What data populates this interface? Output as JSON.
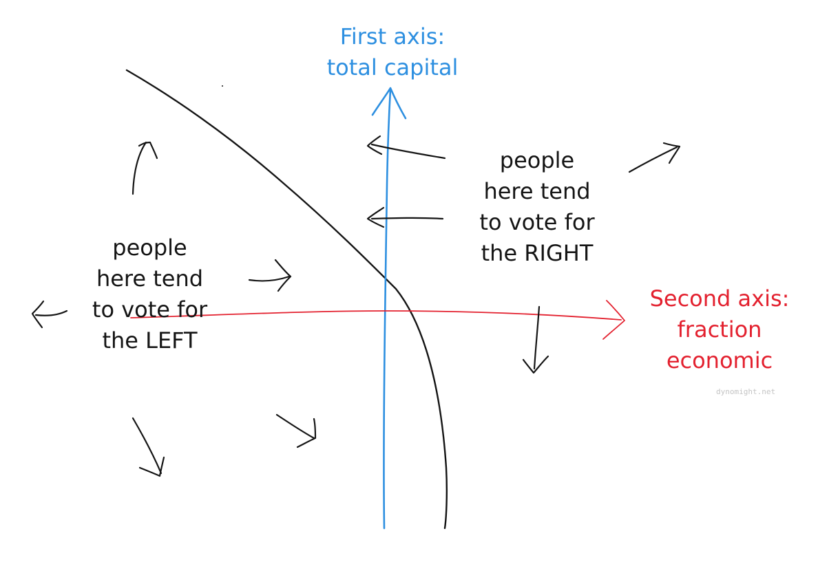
{
  "labels": {
    "first_axis": [
      "First axis:",
      "total capital"
    ],
    "second_axis": [
      "Second axis:",
      "fraction",
      "economic"
    ],
    "right_voters": [
      "people",
      "here tend",
      "to vote for",
      "the RIGHT"
    ],
    "left_voters": [
      "people",
      "here tend",
      "to vote for",
      "the LEFT"
    ]
  },
  "watermark": "dynomight.net",
  "colors": {
    "first_axis": "#2d8fe0",
    "second_axis": "#e3202e",
    "ink": "#141414",
    "watermark": "#c4c4c4"
  }
}
